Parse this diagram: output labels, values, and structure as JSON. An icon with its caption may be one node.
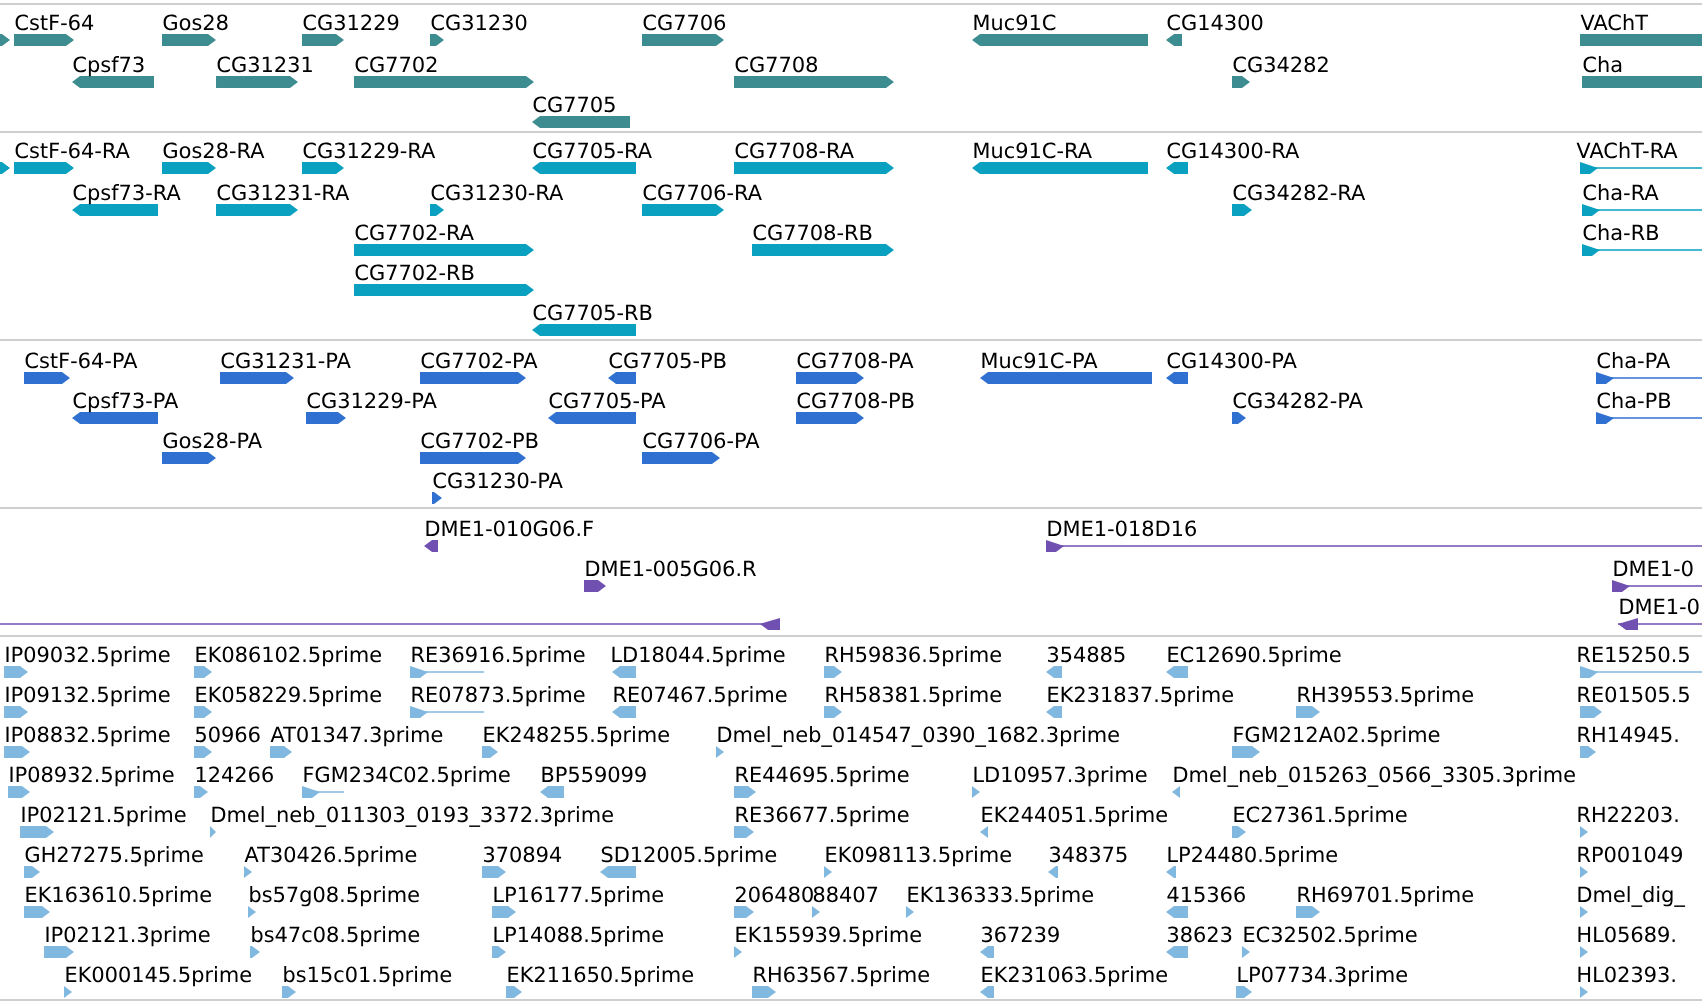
{
  "diagram": {
    "labels": [
      "CstF-64",
      "Gos28",
      "CG31229",
      "CG31230",
      "CG7706",
      "Muc91C",
      "CG14300",
      "VAChT",
      "Cpsf73",
      "CG31231",
      "CG7702",
      "CG7708",
      "CG34282",
      "Cha",
      "CG7705",
      "CstF-64-RA",
      "Gos28-RA",
      "CG31229-RA",
      "CG7705-RA",
      "CG7708-RA",
      "Muc91C-RA",
      "CG14300-RA",
      "VAChT-RA",
      "Cpsf73-RA",
      "CG31231-RA",
      "CG31230-RA",
      "CG7706-RA",
      "CG34282-RA",
      "Cha-RA",
      "CG7702-RA",
      "CG7708-RB",
      "Cha-RB",
      "CG7702-RB",
      "CG7705-RB",
      "CstF-64-PA",
      "CG31231-PA",
      "CG7702-PA",
      "CG7705-PB",
      "CG7708-PA",
      "Muc91C-PA",
      "CG14300-PA",
      "Cha-PA",
      "Cpsf73-PA",
      "CG31229-PA",
      "CG7705-PA",
      "CG7708-PB",
      "CG34282-PA",
      "Cha-PB",
      "Gos28-PA",
      "CG7702-PB",
      "CG7706-PA",
      "CG31230-PA",
      "DME1-010G06.F",
      "DME1-018D16",
      "DME1-005G06.R",
      "DME1-0",
      "DME1-0",
      "IP09032.5prime",
      "EK086102.5prime",
      "RE36916.5prime",
      "LD18044.5prime",
      "RH59836.5prime",
      "354885",
      "EC12690.5prime",
      "RE15250.5",
      "IP09132.5prime",
      "EK058229.5prime",
      "RE07873.5prime",
      "RE07467.5prime",
      "RH58381.5prime",
      "EK231837.5prime",
      "RH39553.5prime",
      "RE01505.5",
      "IP08832.5prime",
      "50966",
      "AT01347.3prime",
      "EK248255.5prime",
      "Dmel_neb_014547_0390_1682.3prime",
      "FGM212A02.5prime",
      "RH14945.",
      "IP08932.5prime",
      "124266",
      "FGM234C02.5prime",
      "BP559099",
      "RE44695.5prime",
      "LD10957.3prime",
      "Dmel_neb_015263_0566_3305.3prime",
      "IP02121.5prime",
      "Dmel_neb_011303_0193_3372.3prime",
      "RE36677.5prime",
      "EK244051.5prime",
      "EC27361.5prime",
      "RH22203.",
      "GH27275.5prime",
      "AT30426.5prime",
      "370894",
      "SD12005.5prime",
      "EK098113.5prime",
      "348375",
      "LP24480.5prime",
      "RP001049",
      "EK163610.5prime",
      "bs57g08.5prime",
      "LP16177.5prime",
      "206480",
      "88407",
      "EK136333.5prime",
      "415366",
      "RH69701.5prime",
      "Dmel_dig_",
      "IP02121.3prime",
      "bs47c08.5prime",
      "LP14088.5prime",
      "EK155939.5prime",
      "367239",
      "38623",
      "EC32502.5prime",
      "HL05689.",
      "EK000145.5prime",
      "bs15c01.5prime",
      "EK211650.5prime",
      "RH63567.5prime",
      "EK231063.5prime",
      "LP07734.3prime",
      "HL02393."
    ]
  }
}
